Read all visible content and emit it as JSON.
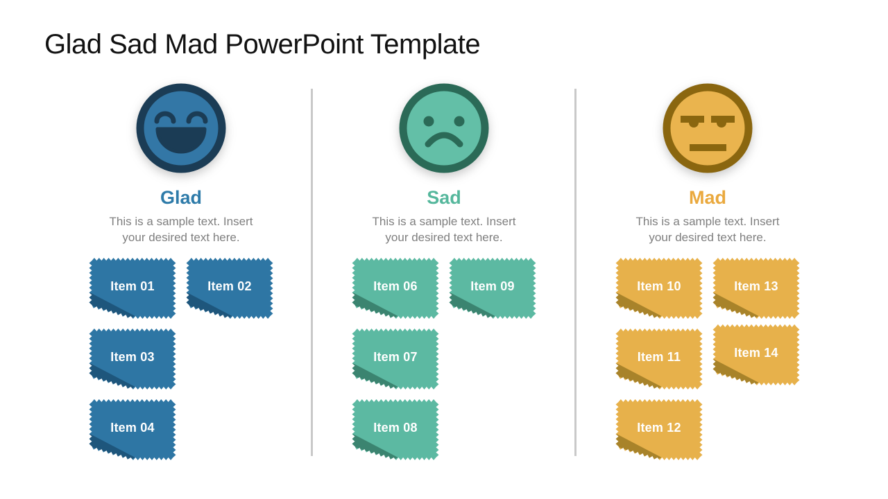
{
  "slide": {
    "title": "Glad Sad Mad PowerPoint Template",
    "background": "#FFFFFF",
    "divider_color": "#C9C9C9",
    "muted_text_color": "#7F7F7F"
  },
  "columns": [
    {
      "id": "glad",
      "title": "Glad",
      "description": "This is a sample text. Insert your desired text here.",
      "face_icon": "laughing-face-icon",
      "colors": {
        "face_fill": "#3377A6",
        "face_ring": "#1B3C55",
        "title": "#2E7BA9",
        "note_fill": "#2E76A4",
        "note_fold": "#1E567C",
        "note_text": "#FFFFFF"
      },
      "notes": [
        {
          "label": "Item 01",
          "row": 0,
          "col": 0
        },
        {
          "label": "Item 02",
          "row": 0,
          "col": 1
        },
        {
          "label": "Item 03",
          "row": 1,
          "col": 0
        },
        {
          "label": "Item 04",
          "row": 2,
          "col": 0
        }
      ]
    },
    {
      "id": "sad",
      "title": "Sad",
      "description": "This is a sample text. Insert your desired text here.",
      "face_icon": "frowning-face-icon",
      "colors": {
        "face_fill": "#63BFA7",
        "face_ring": "#2B6A57",
        "title": "#55B79C",
        "note_fill": "#5CB9A2",
        "note_fold": "#3B8470",
        "note_text": "#FFFFFF"
      },
      "notes": [
        {
          "label": "Item 06",
          "row": 0,
          "col": 0
        },
        {
          "label": "Item 09",
          "row": 0,
          "col": 1
        },
        {
          "label": "Item 07",
          "row": 1,
          "col": 0
        },
        {
          "label": "Item 08",
          "row": 2,
          "col": 0
        }
      ]
    },
    {
      "id": "mad",
      "title": "Mad",
      "description": "This is a sample text. Insert your desired text here.",
      "face_icon": "unamused-face-icon",
      "colors": {
        "face_fill": "#EAB44E",
        "face_ring": "#8A660F",
        "title": "#EAA93E",
        "note_fill": "#E7B14B",
        "note_fold": "#A8832A",
        "note_text": "#FFFFFF"
      },
      "notes": [
        {
          "label": "Item 10",
          "row": 0,
          "col": 0
        },
        {
          "label": "Item 13",
          "row": 0,
          "col": 1
        },
        {
          "label": "Item 11",
          "row": 1,
          "col": 0
        },
        {
          "label": "Item 14",
          "row": 1,
          "col": 1,
          "raised": true
        },
        {
          "label": "Item 12",
          "row": 2,
          "col": 0
        }
      ]
    }
  ]
}
